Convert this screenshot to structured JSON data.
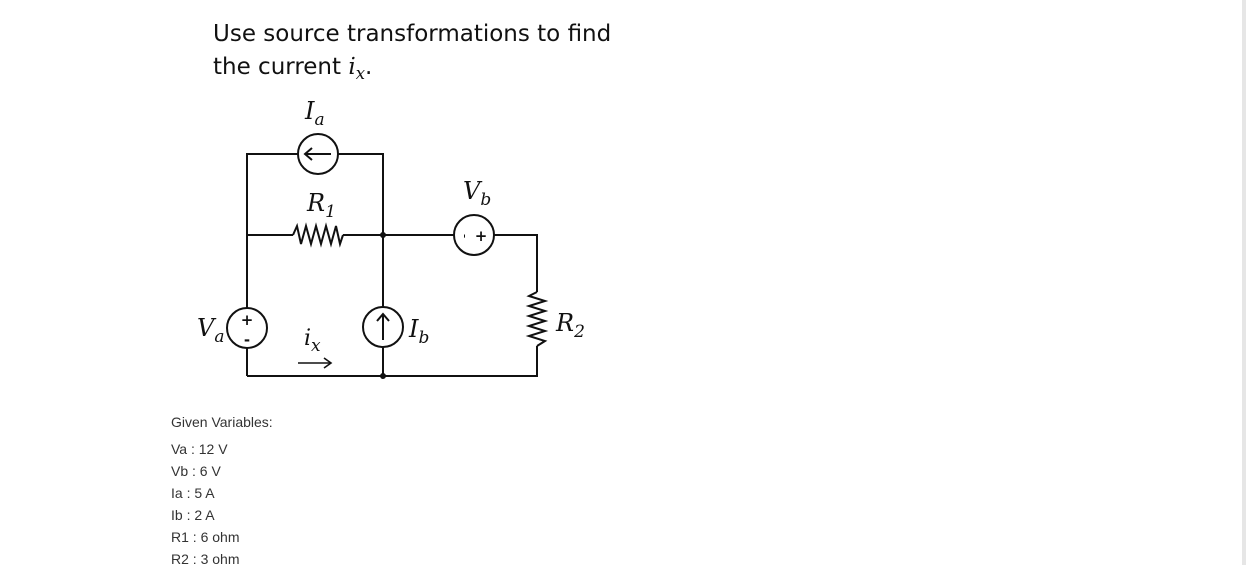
{
  "problem": {
    "line1": "Use source transformations to find",
    "line2_prefix": "the current ",
    "line2_var_base": "i",
    "line2_var_sub": "x",
    "line2_suffix": "."
  },
  "diagram": {
    "labels": {
      "Ia": {
        "base": "I",
        "sub": "a"
      },
      "R1": {
        "base": "R",
        "sub": "1"
      },
      "Vb": {
        "base": "V",
        "sub": "b"
      },
      "Va": {
        "base": "V",
        "sub": "a"
      },
      "ix": {
        "base": "i",
        "sub": "x"
      },
      "Ib": {
        "base": "I",
        "sub": "b"
      },
      "R2": {
        "base": "R",
        "sub": "2"
      }
    },
    "polarity": {
      "va_plus": "+",
      "va_minus": "-",
      "vb_minus": "-",
      "vb_plus": "+"
    },
    "colors": {
      "wire": "#111111",
      "text": "#111111"
    }
  },
  "given": {
    "heading": "Given Variables:",
    "items": [
      {
        "text": "Va : 12 V"
      },
      {
        "text": "Vb : 6 V"
      },
      {
        "text": "Ia : 5 A"
      },
      {
        "text": "Ib : 2 A"
      },
      {
        "text": "R1 : 6 ohm"
      },
      {
        "text": "R2 : 3 ohm"
      }
    ]
  }
}
